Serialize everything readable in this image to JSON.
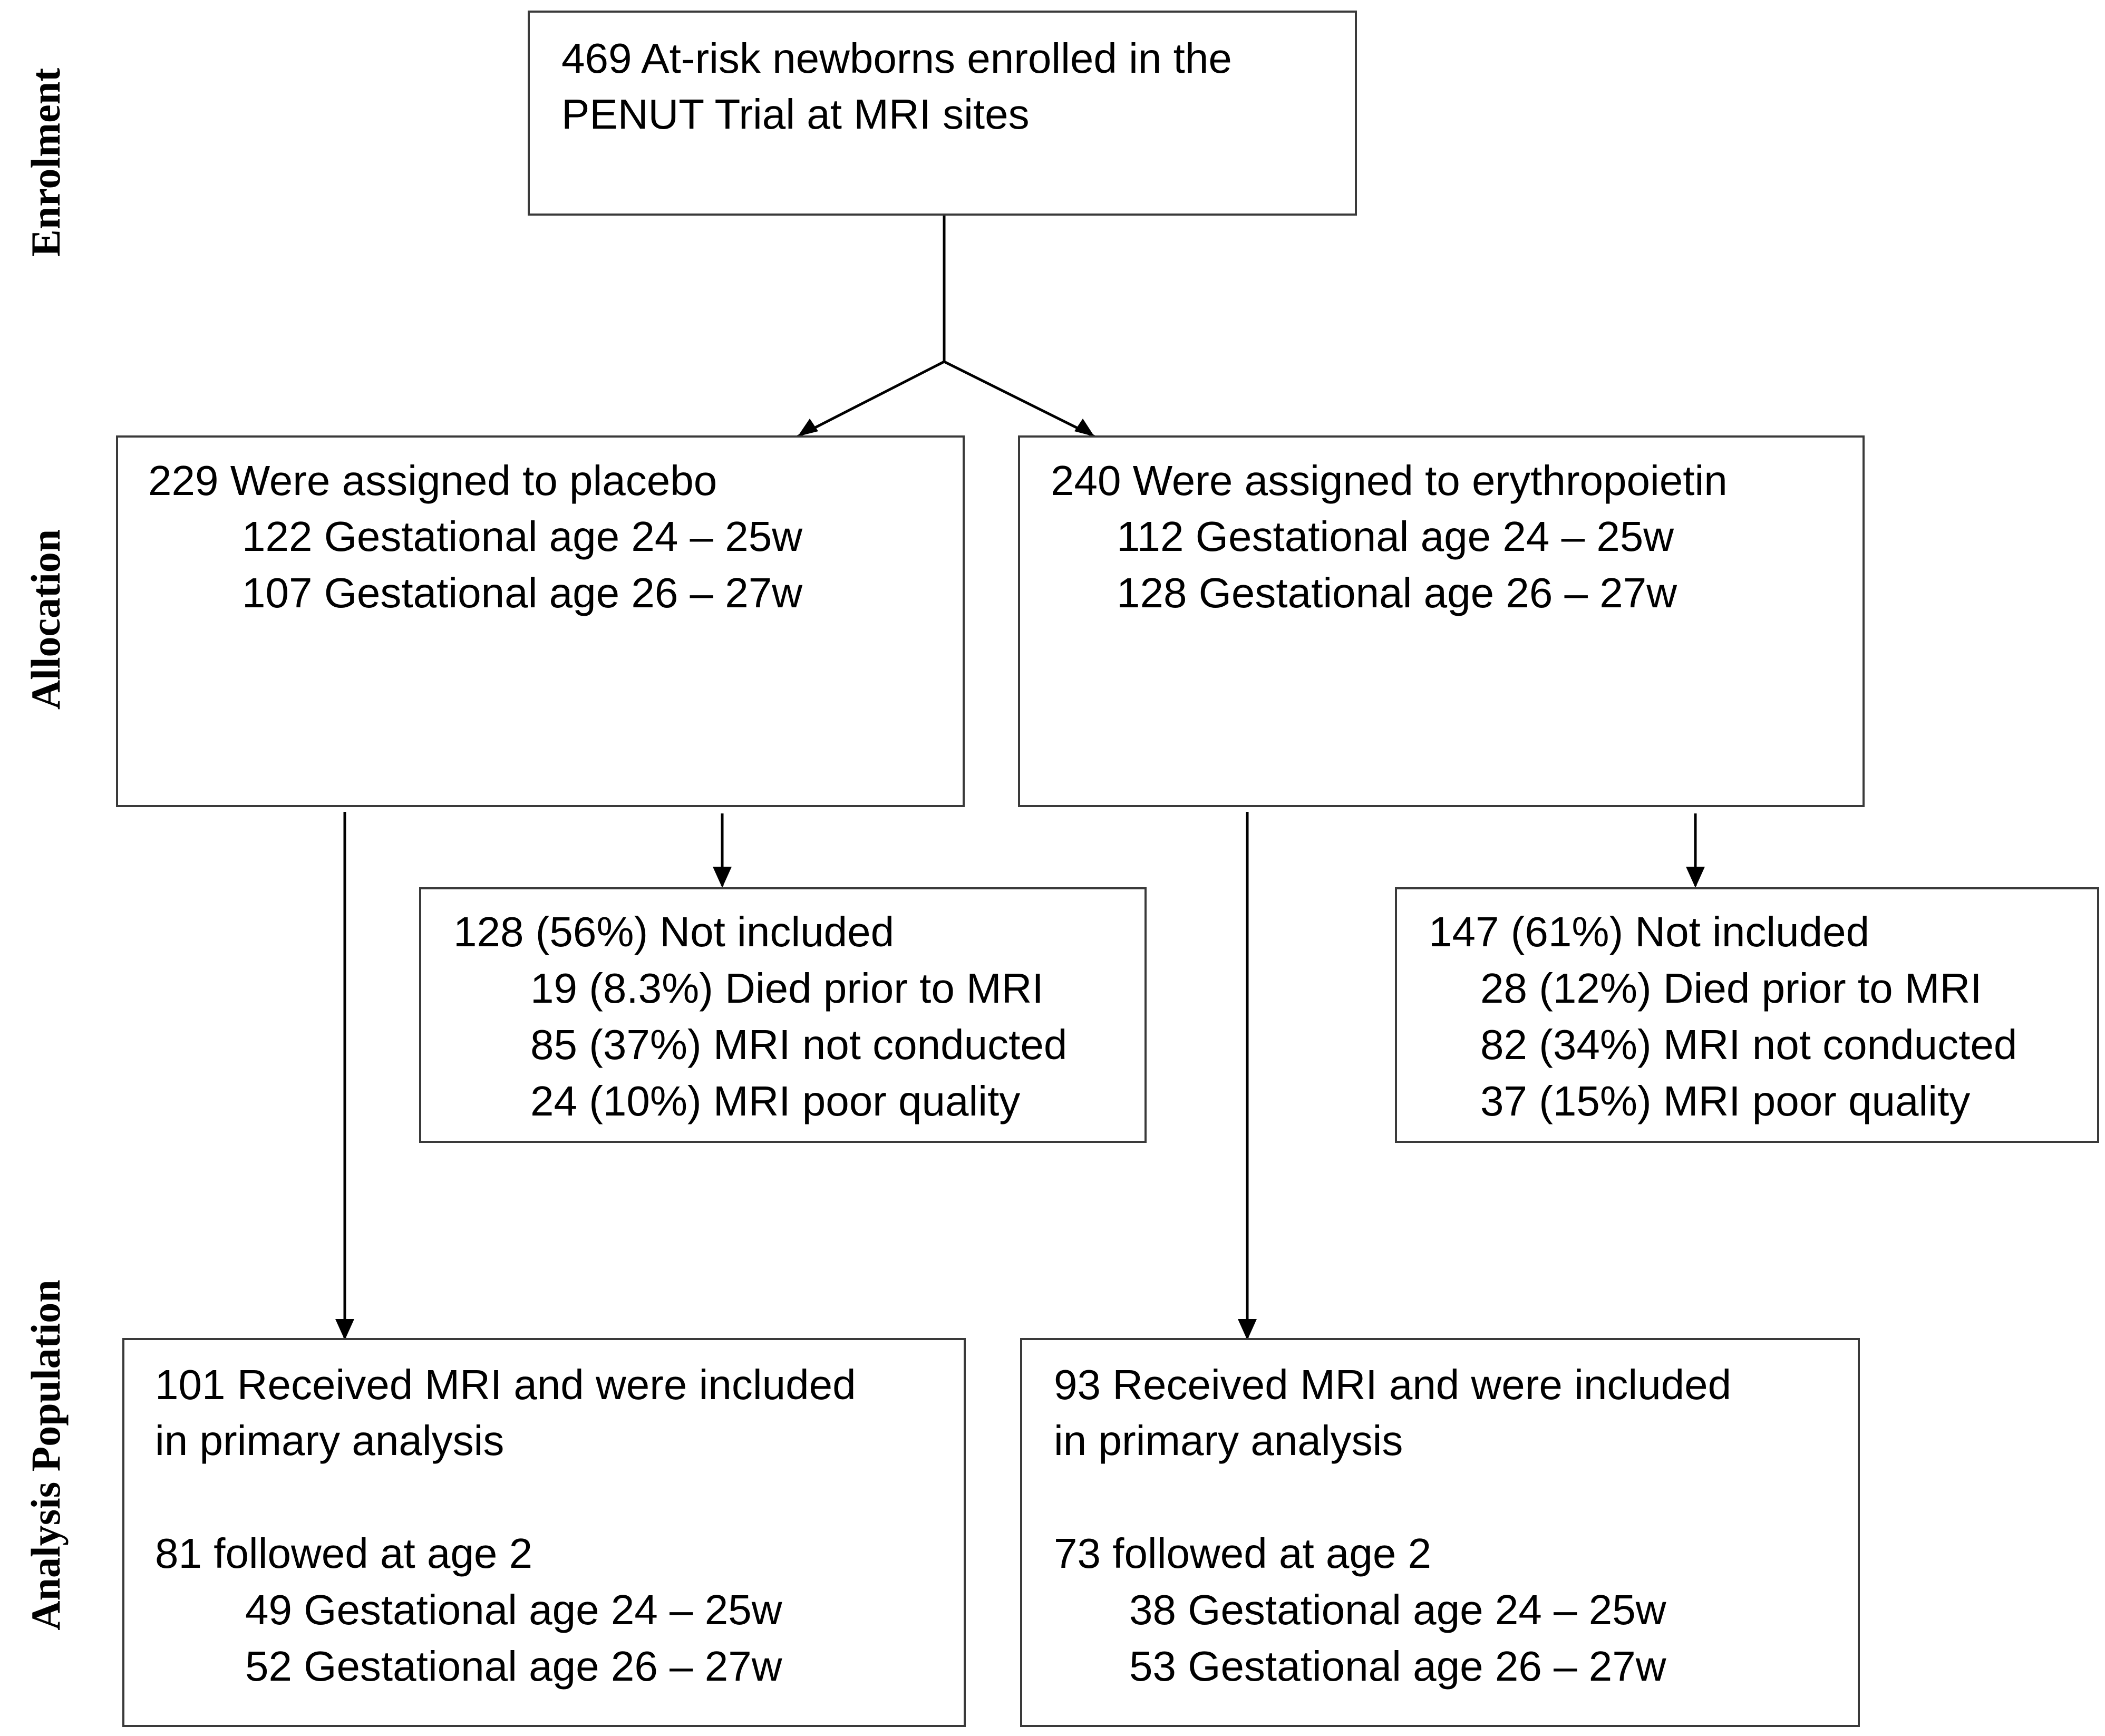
{
  "stages": {
    "enrolment": "Enrolment",
    "allocation": "Allocation",
    "analysis": "Analysis Population"
  },
  "enrolled": {
    "line1": "469 At-risk newborns enrolled in the",
    "line2": "PENUT Trial at MRI sites"
  },
  "placebo": {
    "title": "229 Were assigned to placebo",
    "ga1": "122 Gestational age 24 – 25w",
    "ga2": "107 Gestational age 26 – 27w"
  },
  "epo": {
    "title": "240 Were assigned to erythropoietin",
    "ga1": "112 Gestational age 24 – 25w",
    "ga2": "128 Gestational age 26 – 27w"
  },
  "placebo_excluded": {
    "title": "128 (56%) Not included",
    "died": "19 (8.3%) Died prior to MRI",
    "not_conducted": "85 (37%) MRI not conducted",
    "poor_quality": "24 (10%) MRI poor quality"
  },
  "epo_excluded": {
    "title": "147 (61%) Not included",
    "died": "28 (12%) Died prior to MRI",
    "not_conducted": "82 (34%) MRI not conducted",
    "poor_quality": "37 (15%) MRI poor quality"
  },
  "placebo_analysis": {
    "line1": "101 Received MRI and were included",
    "line2": "in primary analysis",
    "followed": "81 followed at age 2",
    "ga1": "49 Gestational age 24 – 25w",
    "ga2": "52 Gestational age 26 – 27w"
  },
  "epo_analysis": {
    "line1": "93 Received MRI and were included",
    "line2": "in primary analysis",
    "followed": "73 followed at age 2",
    "ga1": "38 Gestational age 24 – 25w",
    "ga2": "53 Gestational age 26 – 27w"
  }
}
